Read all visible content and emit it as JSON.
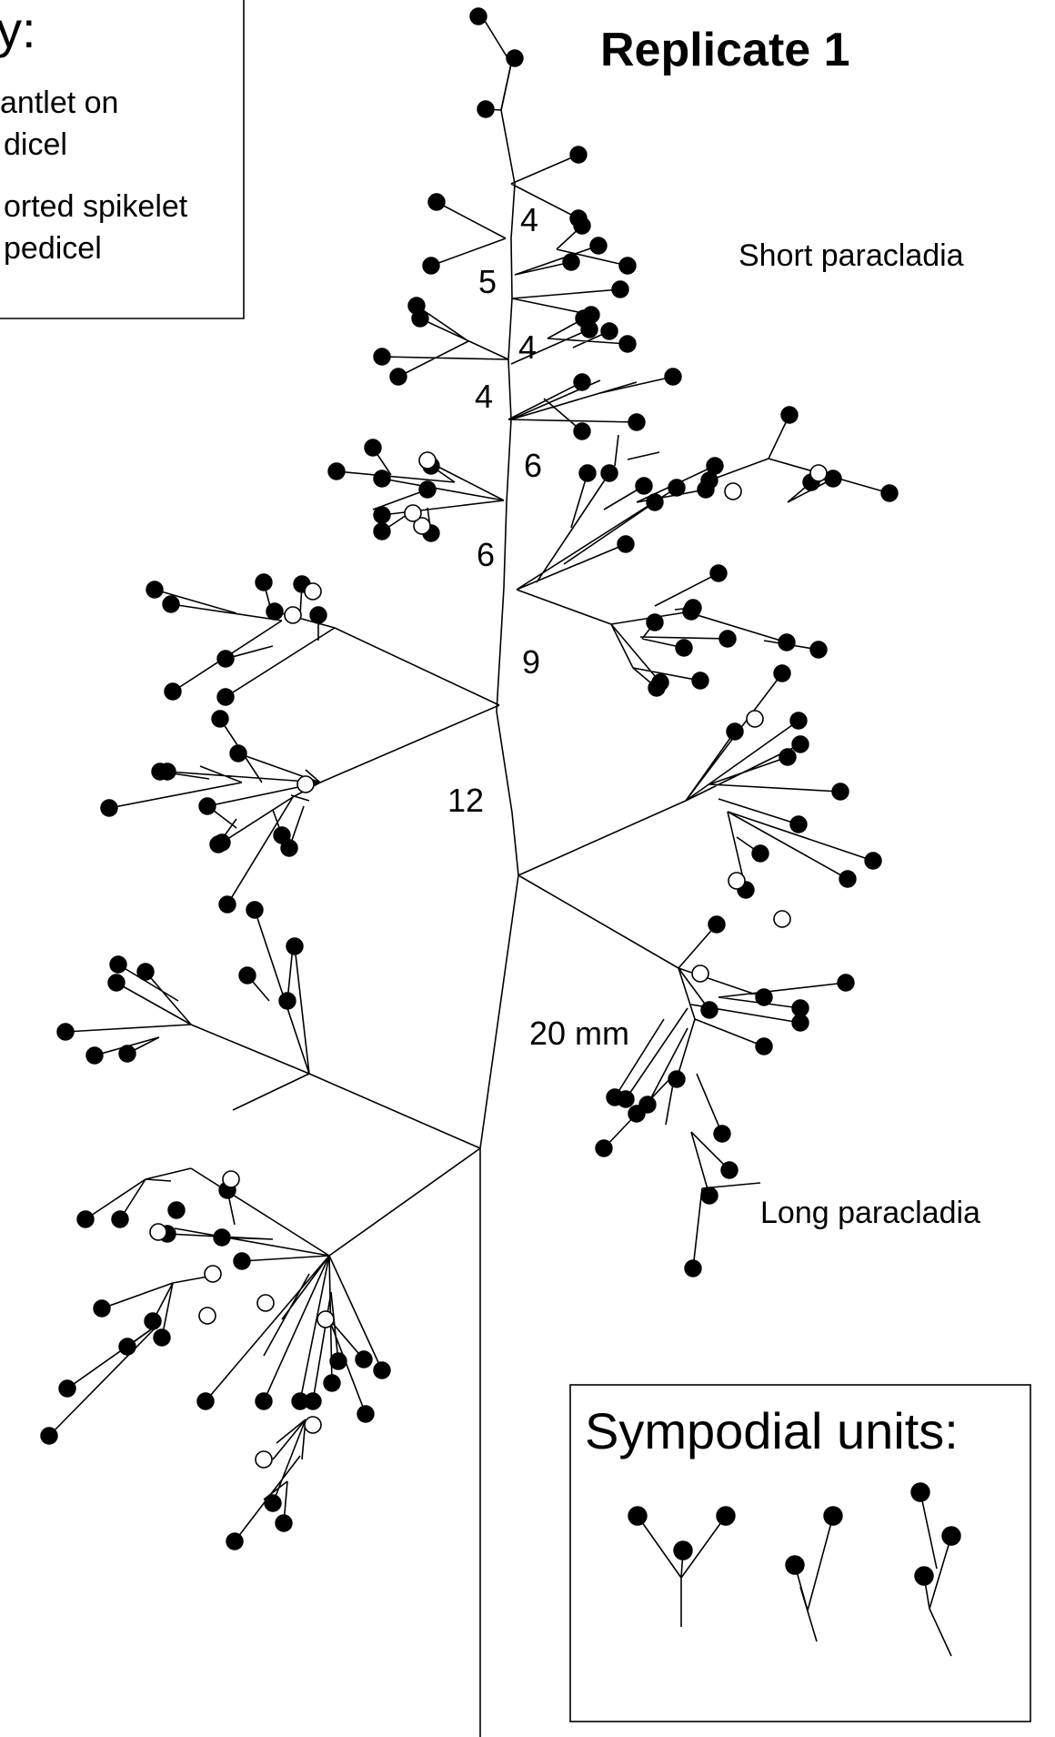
{
  "title": "Replicate 1",
  "annotations": {
    "short_paracladia": "Short paracladia",
    "long_paracladia": "Long paracladia"
  },
  "key": {
    "heading": "y:",
    "line1a": "antlet on",
    "line1b": "dicel",
    "line2a": "orted spikelet",
    "line2b": "pedicel"
  },
  "internode_labels": [
    "4",
    "5",
    "4",
    "4",
    "6",
    "6",
    "9",
    "12",
    "20 mm"
  ],
  "sympodial_units": {
    "heading": "Sympodial units:"
  }
}
